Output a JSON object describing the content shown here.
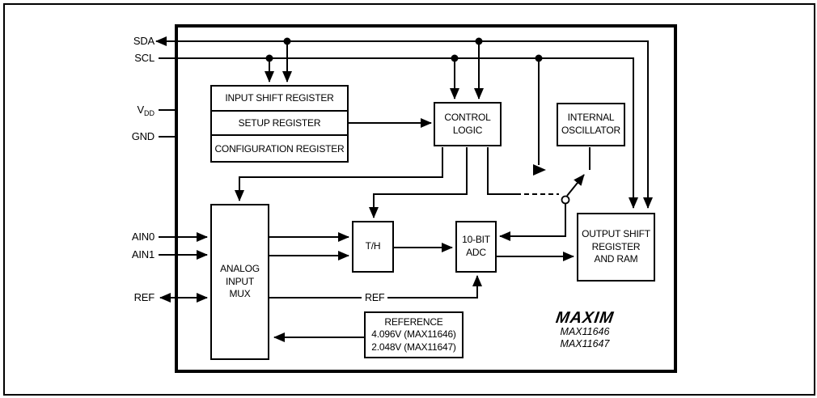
{
  "pins": {
    "sda": "SDA",
    "scl": "SCL",
    "vdd": "V",
    "vdd_sub": "DD",
    "gnd": "GND",
    "ain0": "AIN0",
    "ain1": "AIN1",
    "ref": "REF"
  },
  "blocks": {
    "input_shift_register": "INPUT SHIFT REGISTER",
    "setup_register": "SETUP REGISTER",
    "configuration_register": "CONFIGURATION REGISTER",
    "control_logic": "CONTROL\nLOGIC",
    "internal_oscillator": "INTERNAL\nOSCILLATOR",
    "analog_input_mux": "ANALOG\nINPUT\nMUX",
    "track_hold": "T/H",
    "adc": "10-BIT\nADC",
    "output_shift_register": "OUTPUT SHIFT\nREGISTER\nAND RAM",
    "reference": "REFERENCE\n4.096V (MAX11646)\n2.048V (MAX11647)"
  },
  "net_labels": {
    "ref": "REF"
  },
  "branding": {
    "logo": "MAXIM",
    "part1": "MAX11646",
    "part2": "MAX11647"
  },
  "colors": {
    "line": "#000000",
    "background": "#ffffff"
  }
}
